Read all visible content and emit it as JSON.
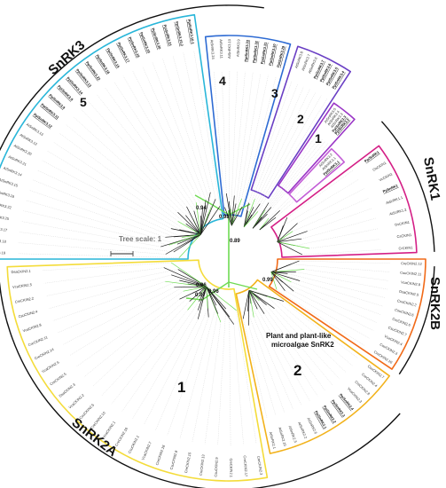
{
  "colors": {
    "snrk3_5": "#29b6d9",
    "snrk3_4": "#2e6bd3",
    "snrk3_3": "#6a3fc4",
    "snrk3_2": "#9a36c6",
    "snrk3_1": "#c35ed6",
    "snrk1": "#d41f86",
    "snrk2b": "#f16a18",
    "snrk2a_1": "#f4dc3a",
    "snrk2a_2": "#f2b21b",
    "outer_arc": "#111111",
    "trunk": "#6edb52",
    "branch": "#1a1a1a",
    "leader": "#cfcfcf"
  },
  "families": [
    {
      "id": "snrk3",
      "label": "SnRK3"
    },
    {
      "id": "snrk1",
      "label": "SnRK1"
    },
    {
      "id": "snrk2b",
      "label": "SnRK2B"
    },
    {
      "id": "snrk2a",
      "label": "SnRK2A"
    }
  ],
  "clade_numbers": [
    {
      "id": "snrk3_5",
      "label": "5"
    },
    {
      "id": "snrk3_4",
      "label": "4"
    },
    {
      "id": "snrk3_3",
      "label": "3"
    },
    {
      "id": "snrk3_2",
      "label": "2"
    },
    {
      "id": "snrk3_1",
      "label": "1"
    },
    {
      "id": "snrk2a_1",
      "label": "1"
    },
    {
      "id": "snrk2a_2",
      "label": "2"
    }
  ],
  "annotation": {
    "line1": "Plant and plant-like",
    "line2": "microalgae SnRK2"
  },
  "scale": {
    "label": "Tree scale: 1"
  },
  "supports": [
    "0.94",
    "0.98",
    "0.89",
    "0.99",
    "0.96",
    "0.96",
    "0.87"
  ],
  "clades": [
    {
      "id": "snrk3_5",
      "leaves": [
        {
          "t": "AtSnRK3.19",
          "b": false
        },
        {
          "t": "AtSnRK3.18",
          "b": false
        },
        {
          "t": "AtSnRK3.17",
          "b": false
        },
        {
          "t": "AtSnRK3.25",
          "b": false
        },
        {
          "t": "AtSnRK3.22",
          "b": false
        },
        {
          "t": "AtSnRK3.16",
          "b": false
        },
        {
          "t": "AtSnRK3.15",
          "b": false
        },
        {
          "t": "AtSnRK3.14",
          "b": false
        },
        {
          "t": "AtSnRK3.21",
          "b": false
        },
        {
          "t": "AtSnRK3.20",
          "b": false
        },
        {
          "t": "AtSnRK3.12",
          "b": false
        },
        {
          "t": "AtSnRK3.13",
          "b": false
        },
        {
          "t": "PpiSnRK3.12",
          "b": true
        },
        {
          "t": "PpiSnRK3.11",
          "b": true
        },
        {
          "t": "PpiSnRK3.9",
          "b": true
        },
        {
          "t": "PpiSnRK3.8",
          "b": true
        },
        {
          "t": "PpiSnRK3.14",
          "b": true
        },
        {
          "t": "PpiSnRK3.13",
          "b": true
        },
        {
          "t": "PpiSnRK3.22",
          "b": true
        },
        {
          "t": "PpiSnRK3.16",
          "b": true
        },
        {
          "t": "PpiSnRK3.15",
          "b": true
        },
        {
          "t": "PpiSnRK3.17",
          "b": true
        },
        {
          "t": "PpiSnRK3.18",
          "b": true
        },
        {
          "t": "PpiSnRK3.19",
          "b": true
        },
        {
          "t": "PpiSnRK3.20",
          "b": true
        },
        {
          "t": "PpiSnRK3.21",
          "b": true
        },
        {
          "t": "PpiSnRK3.10.2",
          "b": true
        },
        {
          "t": "PpiSnRK3.10.1",
          "b": true
        }
      ]
    },
    {
      "id": "snrk3_4",
      "leaves": [
        {
          "t": "AtSnRK3.24",
          "b": false
        },
        {
          "t": "AtSnRK3.11",
          "b": false
        },
        {
          "t": "AtSnRK3.10",
          "b": false
        },
        {
          "t": "AtSnRK3.9",
          "b": false
        },
        {
          "t": "PpiSnRK3.33",
          "b": true
        },
        {
          "t": "PpiSnRK3.32",
          "b": true
        },
        {
          "t": "PpiSnRK3.31",
          "b": true
        },
        {
          "t": "PpiSnRK3.30",
          "b": true
        },
        {
          "t": "PpiSnRK3.29",
          "b": true
        }
      ]
    },
    {
      "id": "snrk3_3",
      "leaves": [
        {
          "t": "AtSnRK3.8",
          "b": false
        },
        {
          "t": "AtSnRK3.7",
          "b": false
        },
        {
          "t": "AtSnRK3.6",
          "b": false
        },
        {
          "t": "PpiSnRK3.7",
          "b": true
        },
        {
          "t": "PpiSnRK3.6",
          "b": true
        },
        {
          "t": "PpiSnRK3.5",
          "b": true
        },
        {
          "t": "PpiSnRK3.4",
          "b": true
        }
      ]
    },
    {
      "id": "snrk3_2",
      "leaves": [
        {
          "t": "AtSnRK3.5",
          "b": false
        },
        {
          "t": "AtSnRK3.4",
          "b": false
        },
        {
          "t": "AtSnRK3.3",
          "b": false
        },
        {
          "t": "PpiSnRK3.3",
          "b": true
        },
        {
          "t": "PpiSnRK3.2",
          "b": true
        }
      ]
    },
    {
      "id": "snrk3_1",
      "leaves": [
        {
          "t": "AtSnRK3.2",
          "b": false
        },
        {
          "t": "AtSnRK3.1",
          "b": false
        },
        {
          "t": "PpiSnRK3.1",
          "b": true
        }
      ]
    },
    {
      "id": "snrk1",
      "leaves": [
        {
          "t": "PpiSnRK1",
          "b": true
        },
        {
          "t": "OsCKIN1",
          "b": false
        },
        {
          "t": "VcCKIN1",
          "b": false
        },
        {
          "t": "PpSnRK1",
          "b": true
        },
        {
          "t": "AtSnRK1.1",
          "b": false
        },
        {
          "t": "AtSnRK1.2",
          "b": false
        },
        {
          "t": "DsCKIN1",
          "b": false
        },
        {
          "t": "CsCKIN1",
          "b": false
        },
        {
          "t": "CrCKIN1",
          "b": false
        }
      ]
    },
    {
      "id": "snrk2b",
      "leaves": [
        {
          "t": "CreCKIN2.12",
          "b": false
        },
        {
          "t": "CsuCKIN2.11",
          "b": false
        },
        {
          "t": "VcaCKIN2.9",
          "b": false
        },
        {
          "t": "DsaCKIN2.5",
          "b": false
        },
        {
          "t": "CsuCKIN2.2",
          "b": false
        },
        {
          "t": "CsuCKIN2.6",
          "b": false
        },
        {
          "t": "CreCKIN2.6",
          "b": false
        },
        {
          "t": "CsuCKIN2.7",
          "b": false
        },
        {
          "t": "VcaCKIN2.4",
          "b": false
        },
        {
          "t": "CsuCKIN2.3",
          "b": false
        },
        {
          "t": "CreCKIN2.10",
          "b": false
        }
      ]
    },
    {
      "id": "snrk2a_2",
      "leaves": [
        {
          "t": "CsuCKIN2.7",
          "b": false
        },
        {
          "t": "CreCKIN2.4",
          "b": false
        },
        {
          "t": "CreCKIN2.8",
          "b": false
        },
        {
          "t": "VcaCKIN2.3",
          "b": false
        },
        {
          "t": "PpiSnRK2.4",
          "b": true
        },
        {
          "t": "PpiSnRK2.3",
          "b": true
        },
        {
          "t": "PpiSnRK2.2",
          "b": true
        },
        {
          "t": "PpiSnRK2.1",
          "b": true
        },
        {
          "t": "AtSnRK2.6",
          "b": false
        },
        {
          "t": "AtSnRK2.2",
          "b": false
        },
        {
          "t": "AtSnRK2.3",
          "b": false
        },
        {
          "t": "AtSnRK2.10",
          "b": false
        },
        {
          "t": "AtSnRK2.1",
          "b": false
        }
      ]
    },
    {
      "id": "snrk2a_1",
      "leaves": [
        {
          "t": "CreCKIN2.3",
          "b": false
        },
        {
          "t": "CreCKIN2.17",
          "b": false
        },
        {
          "t": "CreCKIN2.1",
          "b": false
        },
        {
          "t": "CsuCKIN2.9",
          "b": false
        },
        {
          "t": "CreCKIN2.13",
          "b": false
        },
        {
          "t": "CreCKIN2.15",
          "b": false
        },
        {
          "t": "CsuCKIN2.8",
          "b": false
        },
        {
          "t": "CreCKIN2.18",
          "b": false
        },
        {
          "t": "VcaCKIN2.7",
          "b": false
        },
        {
          "t": "CsuCKIN2.1",
          "b": false
        },
        {
          "t": "CreCKIN2.16",
          "b": false
        },
        {
          "t": "VcaCKIN2.1",
          "b": false
        },
        {
          "t": "CreCKIN2.10",
          "b": false
        },
        {
          "t": "CsuCKIN2.5",
          "b": false
        },
        {
          "t": "VcaCKIN2.2",
          "b": false
        },
        {
          "t": "DsaCKIN2.3",
          "b": false
        },
        {
          "t": "CreCKIN2.5",
          "b": false
        },
        {
          "t": "VcaCKIN2.6",
          "b": false
        },
        {
          "t": "CreCKIN2.14",
          "b": false
        },
        {
          "t": "CreCKIN2.11",
          "b": false
        },
        {
          "t": "VcaCKIN2.8",
          "b": false
        },
        {
          "t": "CsuCKIN2.4",
          "b": false
        },
        {
          "t": "CreCKIN2.2",
          "b": false
        },
        {
          "t": "VcaCKIN2.5",
          "b": false
        },
        {
          "t": "DsaCKIN2.1",
          "b": false
        }
      ]
    }
  ]
}
